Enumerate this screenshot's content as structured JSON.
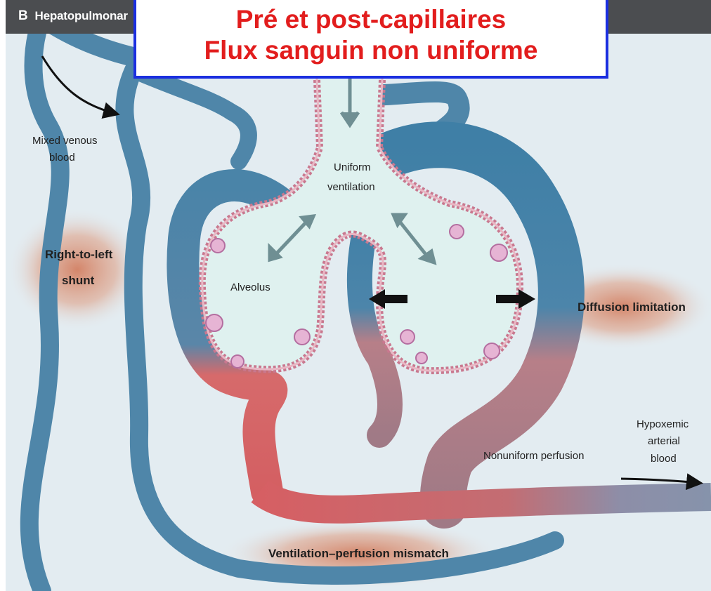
{
  "header": {
    "panel_letter": "B",
    "title_fragment": "Hepatopulmonar"
  },
  "callout": {
    "line1": "Pré et post-capillaires",
    "line2": "Flux sanguin non uniforme"
  },
  "labels": {
    "mixed_venous_1": "Mixed venous",
    "mixed_venous_2": "blood",
    "uniform_1": "Uniform",
    "uniform_2": "ventilation",
    "shunt_1": "Right-to-left",
    "shunt_2": "shunt",
    "alveolus": "Alveolus",
    "diffusion": "Diffusion limitation",
    "nonuniform": "Nonuniform perfusion",
    "hypox_1": "Hypoxemic",
    "hypox_2": "arterial",
    "hypox_3": "blood",
    "vq": "Ventilation–perfusion mismatch"
  },
  "colors": {
    "background": "#e3ecf1",
    "header_bar": "#4b4d50",
    "venous": "#4f86a9",
    "arterial": "#d6686a",
    "mixed": "#a87f8e",
    "alveolar_space": "#dff1ef",
    "callout_border": "#1b2fe0",
    "callout_text": "#e21d1d",
    "halo": "#d58a6e"
  }
}
